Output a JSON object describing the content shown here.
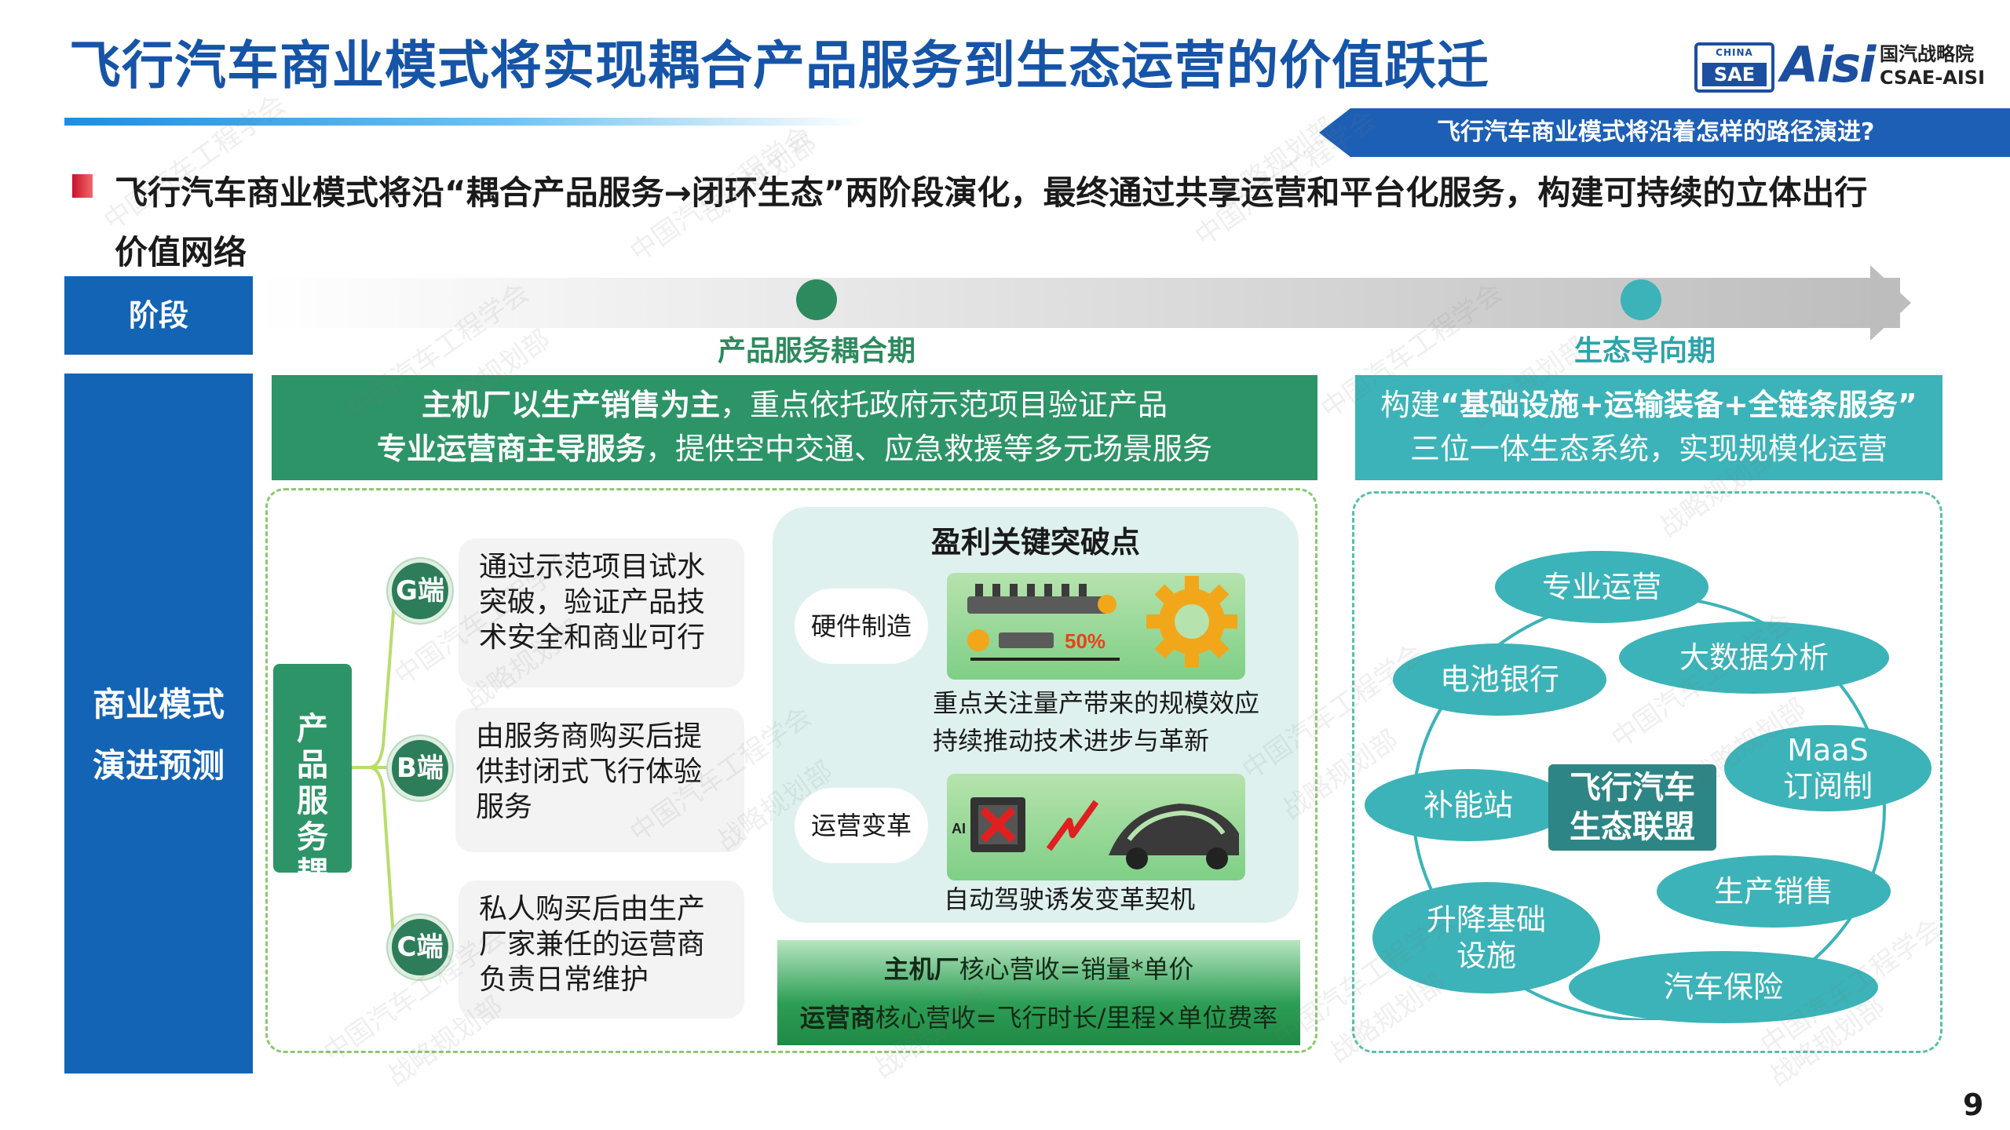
{
  "header": {
    "title": "飞行汽车商业模式将实现耦合产品服务到生态运营的价值跃迁",
    "question_banner": "飞行汽车商业模式将沿着怎样的路径演进?",
    "logo": {
      "sae_top": "CHINA",
      "sae_main": "SAE",
      "aisi_text": "Aisi",
      "org_cn": "国汽战略院",
      "org_en": "CSAE-AISI"
    }
  },
  "summary": {
    "line1": "飞行汽车商业模式将沿“耦合产品服务→闭环生态”两阶段演化，最终通过共享运营和平台化服务，构建可持续的立体出行",
    "line2": "价值网络"
  },
  "labels": {
    "stage": "阶段",
    "model_line1": "商业模式",
    "model_line2": "演进预测"
  },
  "timeline": {
    "phase1": "产品服务耦合期",
    "phase2": "生态导向期"
  },
  "phase1_header": {
    "l1_bold": "主机厂以生产销售为主",
    "l1_rest": "，重点依托政府示范项目验证产品",
    "l2_bold": "专业运营商主导服务",
    "l2_rest": "，提供空中交通、应急救援等多元场景服务"
  },
  "phase2_header": {
    "l1_pre": "构建",
    "l1_bold": "“基础设施+运输装备+全链条服务”",
    "l2": "三位一体生态系统，实现规模化运营"
  },
  "product_box": "产品服务耦合",
  "ends": [
    {
      "tag": "G端",
      "text": "通过示范项目试水突破，验证产品技术安全和商业可行"
    },
    {
      "tag": "B端",
      "text": "由服务商购买后提供封闭式飞行体验服务"
    },
    {
      "tag": "C端",
      "text": "私人购买后由生产厂家兼任的运营商负责日常维护"
    }
  ],
  "key_points": {
    "title": "盈利关键突破点",
    "hardware_label": "硬件制造",
    "hardware_badge": "50%",
    "hardware_l1": "重点关注量产带来的规模效应",
    "hardware_l2": "持续推动技术进步与革新",
    "ops_label": "运营变革",
    "ops_chip": "AI",
    "ops_text": "自动驾驶诱发变革契机"
  },
  "revenue": {
    "l1_bold": "主机厂",
    "l1_rest": "核心营收=销量*单价",
    "l2_bold": "运营商",
    "l2_rest": "核心营收=飞行时长/里程×单位费率"
  },
  "ecosystem": {
    "center_l1": "飞行汽车",
    "center_l2": "生态联盟",
    "nodes": [
      "专业运营",
      "大数据分析",
      "电池银行",
      "MaaS\n订阅制",
      "补能站",
      "生产销售",
      "升降基础\n设施",
      "汽车保险"
    ]
  },
  "watermark_1": "中国汽车工程学会",
  "watermark_2": "战略规划部",
  "page_number": "9",
  "colors": {
    "title_blue": "#1654a8",
    "label_blue": "#1464b5",
    "green": "#2d9468",
    "teal": "#3cb3b8"
  }
}
